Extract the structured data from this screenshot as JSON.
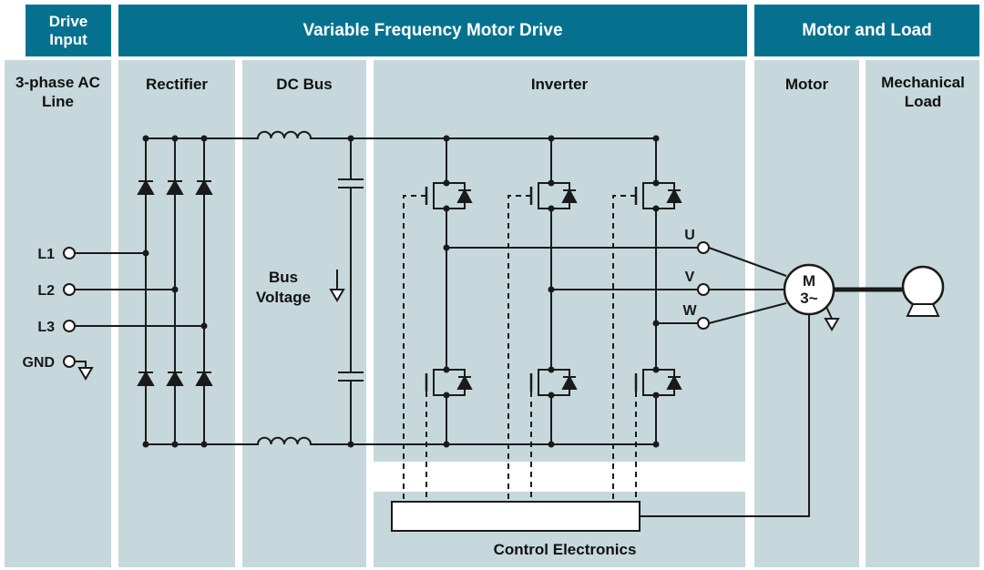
{
  "header": {
    "drive_input": "Drive Input",
    "vfd": "Variable Frequency Motor Drive",
    "motor_and_load": "Motor and Load"
  },
  "columns": {
    "ac_line": "3-phase AC Line",
    "rectifier": "Rectifier",
    "dc_bus": "DC Bus",
    "inverter": "Inverter",
    "motor": "Motor",
    "mechanical_load": "Mechanical Load"
  },
  "schematic": {
    "terminals": {
      "l1": "L1",
      "l2": "L2",
      "l3": "L3",
      "gnd": "GND"
    },
    "bus_voltage": "Bus Voltage",
    "outputs": {
      "u": "U",
      "v": "V",
      "w": "W"
    },
    "motor": {
      "line1": "M",
      "line2": "3~"
    },
    "control_electronics": "Control Electronics"
  },
  "colors": {
    "header_bg": "#05718f",
    "header_text": "#ffffff",
    "column_bg": "#c6d8db",
    "line": "#1a1a1a",
    "background": "#ffffff"
  }
}
